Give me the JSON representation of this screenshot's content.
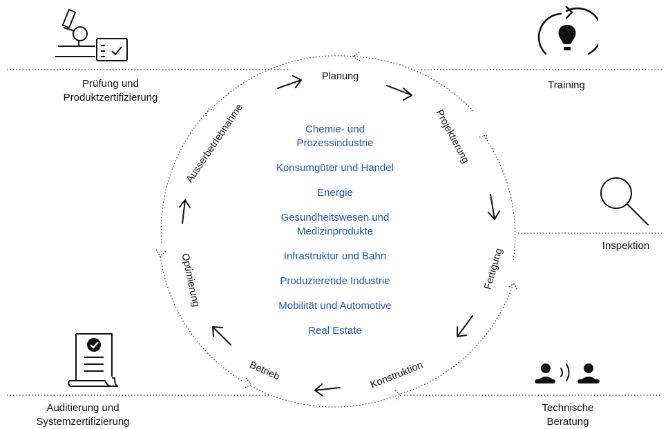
{
  "services": {
    "top_left": [
      "Prüfung und",
      "Produktzertifizierung"
    ],
    "top_right": "Training",
    "right": "Inspektion",
    "bottom_left": [
      "Auditierung und",
      "Systemzertifizierung"
    ],
    "bottom_right": [
      "Technische",
      "Beratung"
    ]
  },
  "phases": {
    "planung": "Planung",
    "projektierung": "Projektierung",
    "fertigung": "Fertigung",
    "konstruktion": "Konstruktion",
    "betrieb": "Betrieb",
    "optimierung": "Optimierung",
    "ausserbetriebnahme": "Ausserbetriebnahme"
  },
  "industries": [
    "Chemie- und",
    "Prozessindustrie",
    "Konsumgüter und Handel",
    "Energie",
    "Gesundheitswesen und",
    "Medizinprodukte",
    "Infrastruktur und Bahn",
    "Produzierende Industrie",
    "Mobilität und Automotive",
    "Real Estate"
  ],
  "colors": {
    "industry_text": "#1f58b4",
    "text": "#111111",
    "dotted_line": "#333333"
  },
  "icons": {
    "top_left": "microscope-checklist-icon",
    "top_right": "refresh-lightbulb-icon",
    "right": "magnifier-icon",
    "bottom_left": "certificate-document-icon",
    "bottom_right": "people-talking-icon"
  }
}
